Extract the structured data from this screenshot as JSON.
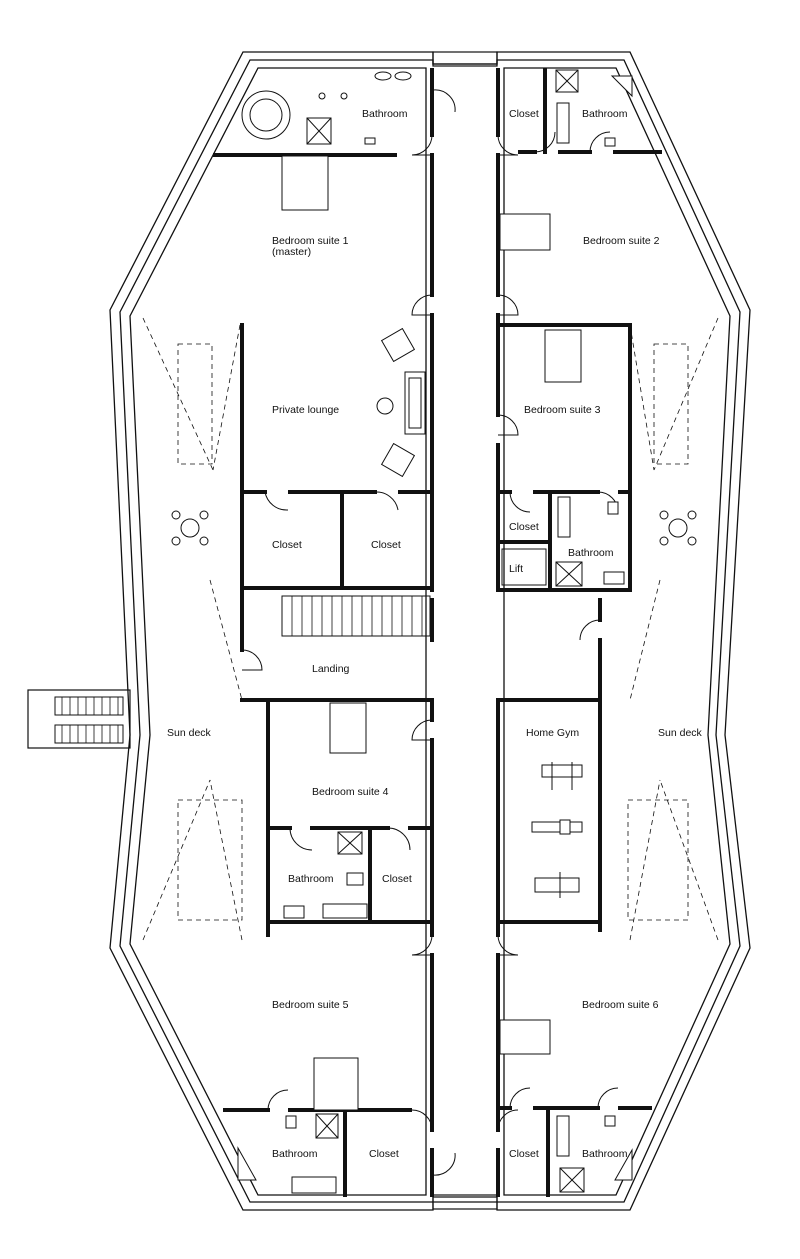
{
  "floor_plan": {
    "background": "#ffffff",
    "line_color": "#111111",
    "rooms": {
      "bedroom_suite_1": {
        "label": "Bedroom suite 1",
        "sublabel": "(master)"
      },
      "bedroom_suite_2": {
        "label": "Bedroom suite 2"
      },
      "bedroom_suite_3": {
        "label": "Bedroom suite 3"
      },
      "bedroom_suite_4": {
        "label": "Bedroom suite 4"
      },
      "bedroom_suite_5": {
        "label": "Bedroom suite 5"
      },
      "bedroom_suite_6": {
        "label": "Bedroom suite 6"
      },
      "private_lounge": {
        "label": "Private lounge"
      },
      "landing": {
        "label": "Landing"
      },
      "home_gym": {
        "label": "Home Gym"
      },
      "lift": {
        "label": "Lift"
      },
      "sun_deck_left": {
        "label": "Sun deck"
      },
      "sun_deck_right": {
        "label": "Sun deck"
      },
      "bathroom_1": {
        "label": "Bathroom"
      },
      "bathroom_2": {
        "label": "Bathroom"
      },
      "bathroom_3": {
        "label": "Bathroom"
      },
      "bathroom_4": {
        "label": "Bathroom"
      },
      "bathroom_5": {
        "label": "Bathroom"
      },
      "bathroom_6": {
        "label": "Bathroom"
      },
      "closet_2": {
        "label": "Closet"
      },
      "closet_3": {
        "label": "Closet"
      },
      "closet_lounge_left": {
        "label": "Closet"
      },
      "closet_lounge_right": {
        "label": "Closet"
      },
      "closet_4": {
        "label": "Closet"
      },
      "closet_5": {
        "label": "Closet"
      },
      "closet_6": {
        "label": "Closet"
      }
    }
  }
}
